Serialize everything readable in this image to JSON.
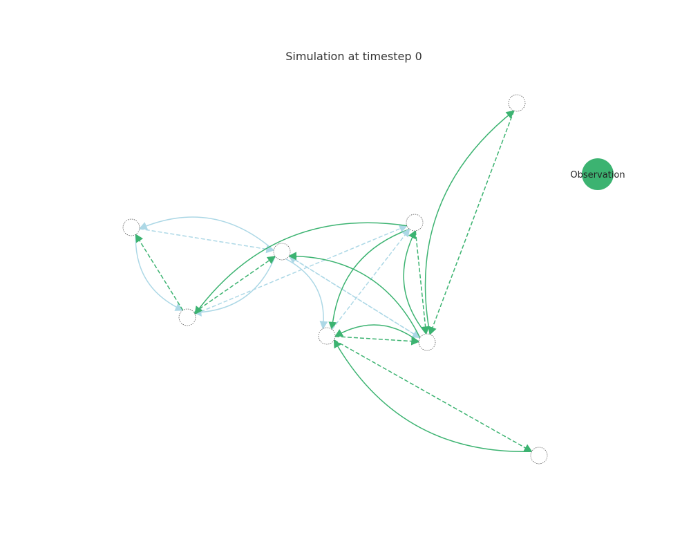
{
  "title": "Simulation at timestep 0",
  "colors": {
    "green": "#3cb371",
    "blue": "#add8e6"
  },
  "observation": {
    "label": "Observation",
    "color": "#3cb371"
  },
  "nodes": [
    "n1",
    "n2",
    "n3",
    "n4",
    "n5",
    "n6",
    "n7",
    "n8"
  ],
  "edges": [
    {
      "from": "n2",
      "to": "n3",
      "color": "blue",
      "style": "dashed"
    },
    {
      "from": "n3",
      "to": "n2",
      "color": "blue",
      "style": "solid",
      "curve": 1
    },
    {
      "from": "n2",
      "to": "n4",
      "color": "blue",
      "style": "solid",
      "curve": 1
    },
    {
      "from": "n4",
      "to": "n2",
      "color": "green",
      "style": "dashed"
    },
    {
      "from": "n3",
      "to": "n4",
      "color": "blue",
      "style": "solid",
      "curve": -1
    },
    {
      "from": "n4",
      "to": "n3",
      "color": "green",
      "style": "dashed"
    },
    {
      "from": "n3",
      "to": "n7",
      "color": "blue",
      "style": "dashed"
    },
    {
      "from": "n7",
      "to": "n3",
      "color": "blue",
      "style": "dashed"
    },
    {
      "from": "n3",
      "to": "n6",
      "color": "blue",
      "style": "solid",
      "curve": -1
    },
    {
      "from": "n4",
      "to": "n5",
      "color": "blue",
      "style": "dashed"
    },
    {
      "from": "n5",
      "to": "n4",
      "color": "green",
      "style": "solid",
      "curve": 1
    },
    {
      "from": "n5",
      "to": "n6",
      "color": "green",
      "style": "solid",
      "curve": 1
    },
    {
      "from": "n6",
      "to": "n5",
      "color": "blue",
      "style": "dashed"
    },
    {
      "from": "n5",
      "to": "n7",
      "color": "green",
      "style": "dashed"
    },
    {
      "from": "n7",
      "to": "n5",
      "color": "green",
      "style": "solid",
      "curve": -1
    },
    {
      "from": "n7",
      "to": "n3",
      "color": "green",
      "style": "solid",
      "curve": 1
    },
    {
      "from": "n7",
      "to": "n6",
      "color": "green",
      "style": "solid",
      "curve": 1
    },
    {
      "from": "n6",
      "to": "n7",
      "color": "green",
      "style": "dashed"
    },
    {
      "from": "n7",
      "to": "n1",
      "color": "green",
      "style": "solid",
      "curve": -1
    },
    {
      "from": "n1",
      "to": "n7",
      "color": "green",
      "style": "dashed"
    },
    {
      "from": "n6",
      "to": "n8",
      "color": "green",
      "style": "dashed"
    },
    {
      "from": "n8",
      "to": "n6",
      "color": "green",
      "style": "solid",
      "curve": -1
    }
  ]
}
